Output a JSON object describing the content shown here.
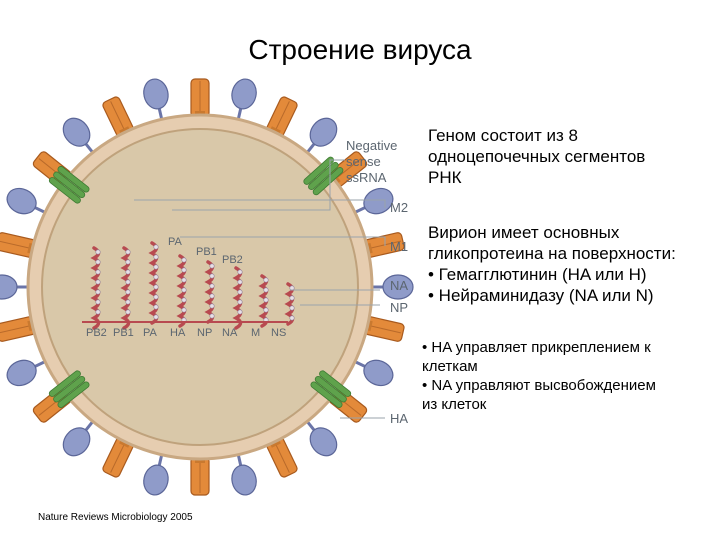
{
  "page": {
    "title": "Строение вируса"
  },
  "diagram": {
    "label_ssrna_lines": [
      "Negative",
      "sense",
      "ssRNA"
    ],
    "right_labels": {
      "m2": "M2",
      "m1": "M1",
      "na": "NA",
      "np": "NP",
      "ha": "HA"
    },
    "inner_top_labels": {
      "pa": "PA",
      "pb1": "PB1",
      "pb2": "PB2"
    },
    "segments": [
      "PB2",
      "PB1",
      "PA",
      "HA",
      "NP",
      "NA",
      "M",
      "NS"
    ],
    "colors": {
      "capsid": "#d9c8a9",
      "envelope": "#ead3ba",
      "ha_spike": "#e38a3a",
      "na_spike": "#8f9bc9",
      "m2_channel": "#5fa24c",
      "rna": "#b84a50"
    }
  },
  "notes": {
    "genome": "Геном состоит из 8\nодноцепочечных сегментов\nРНК",
    "surface": "Вирион имеет основных\nгликопротеина на поверхности:\n• Гемагглютинин (HA или H)\n• Нейраминидазу (NA или N)",
    "function": "• HA управляет прикреплением к\nклеткам\n• NA управляют высвобождением\nиз клеток"
  },
  "credit": "Nature Reviews Microbiology 2005"
}
